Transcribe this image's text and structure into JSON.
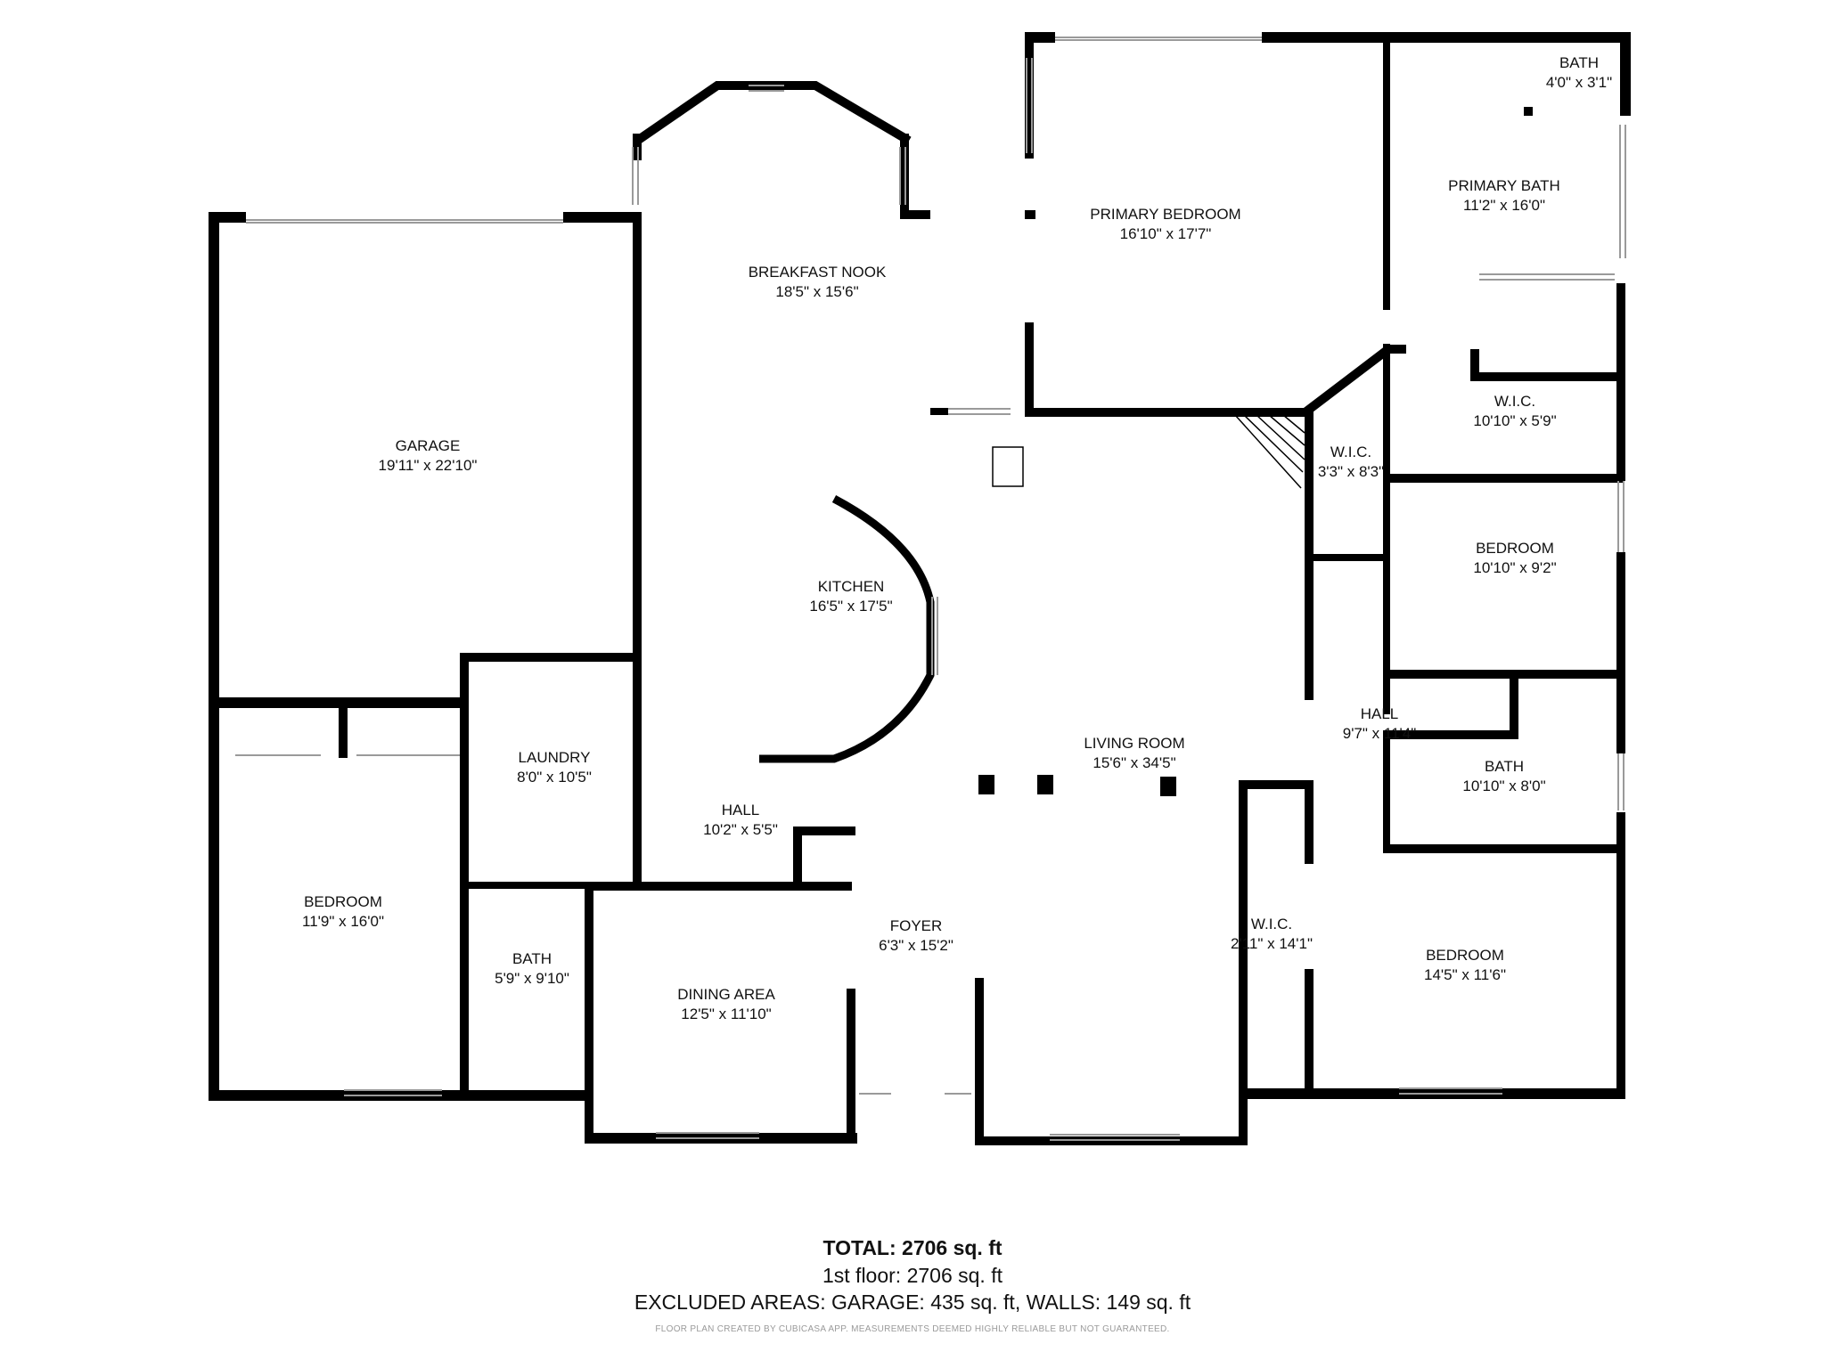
{
  "plan": {
    "wall_color": "#000000",
    "window_color": "#9a9a9a",
    "rooms": [
      {
        "id": "garage",
        "name": "GARAGE",
        "dim": "19'11\" x 22'10\""
      },
      {
        "id": "breakfast-nook",
        "name": "BREAKFAST NOOK",
        "dim": "18'5\" x 15'6\""
      },
      {
        "id": "primary-bedroom",
        "name": "PRIMARY BEDROOM",
        "dim": "16'10\" x 17'7\""
      },
      {
        "id": "primary-bath",
        "name": "PRIMARY BATH",
        "dim": "11'2\" x 16'0\""
      },
      {
        "id": "bath-small",
        "name": "BATH",
        "dim": "4'0\" x 3'1\""
      },
      {
        "id": "wic-primary",
        "name": "W.I.C.",
        "dim": "10'10\" x 5'9\""
      },
      {
        "id": "wic-hall",
        "name": "W.I.C.",
        "dim": "3'3\" x 8'3\""
      },
      {
        "id": "kitchen",
        "name": "KITCHEN",
        "dim": "16'5\" x 17'5\""
      },
      {
        "id": "bedroom-ne",
        "name": "BEDROOM",
        "dim": "10'10\" x 9'2\""
      },
      {
        "id": "hall-east",
        "name": "HALL",
        "dim": "9'7\" x 11'4\""
      },
      {
        "id": "living-room",
        "name": "LIVING ROOM",
        "dim": "15'6\" x 34'5\""
      },
      {
        "id": "bath-east",
        "name": "BATH",
        "dim": "10'10\" x 8'0\""
      },
      {
        "id": "laundry",
        "name": "LAUNDRY",
        "dim": "8'0\" x 10'5\""
      },
      {
        "id": "hall-west",
        "name": "HALL",
        "dim": "10'2\" x 5'5\""
      },
      {
        "id": "bedroom-west",
        "name": "BEDROOM",
        "dim": "11'9\" x 16'0\""
      },
      {
        "id": "foyer",
        "name": "FOYER",
        "dim": "6'3\" x 15'2\""
      },
      {
        "id": "wic-southeast",
        "name": "W.I.C.",
        "dim": "2'11\" x 14'1\""
      },
      {
        "id": "bedroom-southeast",
        "name": "BEDROOM",
        "dim": "14'5\" x 11'6\""
      },
      {
        "id": "bath-west",
        "name": "BATH",
        "dim": "5'9\" x 9'10\""
      },
      {
        "id": "dining-area",
        "name": "DINING AREA",
        "dim": "12'5\" x 11'10\""
      }
    ]
  },
  "summary": {
    "total": "TOTAL: 2706 sq. ft",
    "floor": "1st floor: 2706 sq. ft",
    "excluded": "EXCLUDED AREAS: GARAGE: 435 sq. ft, WALLS: 149 sq. ft",
    "credit": "FLOOR PLAN CREATED BY CUBICASA APP. MEASUREMENTS DEEMED HIGHLY RELIABLE BUT NOT GUARANTEED."
  }
}
